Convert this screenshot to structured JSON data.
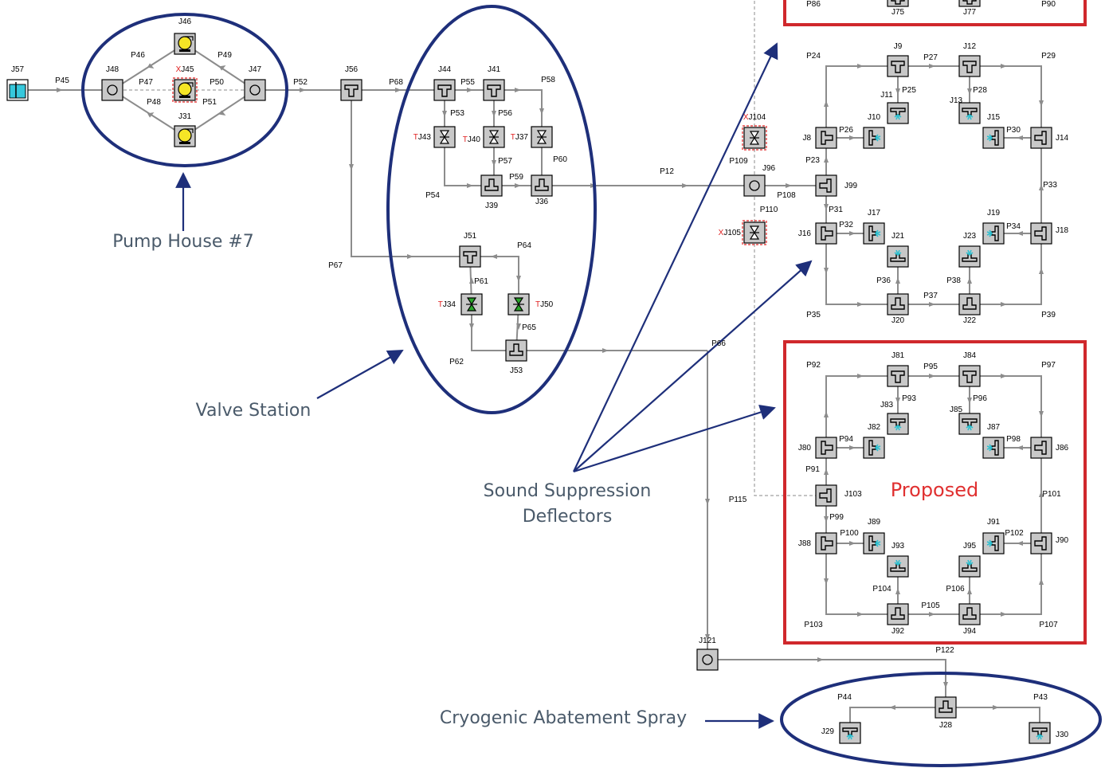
{
  "callouts": {
    "pump_house": "Pump House #7",
    "valve_station": "Valve Station",
    "deflectors_line1": "Sound Suppression",
    "deflectors_line2": "Deflectors",
    "cryogenic": "Cryogenic Abatement Spray",
    "proposed": "Proposed"
  },
  "colors": {
    "pipe": "#8c8c8c",
    "annotation_blue": "#1e2f7a",
    "proposed_red": "#d0282c",
    "node_fill": "#c8c8c8",
    "pump_yellow": "#f5e526",
    "reservoir_cyan": "#36c8dc",
    "spray_cyan": "#2cc0d0",
    "valve_green": "#2aa82a",
    "closed_red": "#e02020"
  },
  "junctions": [
    {
      "id": "J57",
      "type": "reservoir"
    },
    {
      "id": "J48",
      "type": "branch"
    },
    {
      "id": "J46",
      "type": "pump"
    },
    {
      "id": "XJ45",
      "type": "pump-closed"
    },
    {
      "id": "J31",
      "type": "pump"
    },
    {
      "id": "J47",
      "type": "branch"
    },
    {
      "id": "J56",
      "type": "tee"
    },
    {
      "id": "J44",
      "type": "tee"
    },
    {
      "id": "J41",
      "type": "tee"
    },
    {
      "id": "TJ43",
      "type": "valve"
    },
    {
      "id": "TJ40",
      "type": "valve"
    },
    {
      "id": "TJ37",
      "type": "valve"
    },
    {
      "id": "J39",
      "type": "tee-up"
    },
    {
      "id": "J36",
      "type": "tee-up"
    },
    {
      "id": "J51",
      "type": "tee"
    },
    {
      "id": "TJ34",
      "type": "check-valve"
    },
    {
      "id": "TJ50",
      "type": "check-valve"
    },
    {
      "id": "J53",
      "type": "tee-up"
    },
    {
      "id": "XJ104",
      "type": "valve-closed"
    },
    {
      "id": "J96",
      "type": "branch"
    },
    {
      "id": "XJ105",
      "type": "valve-closed"
    },
    {
      "id": "J99",
      "type": "tee-left"
    },
    {
      "id": "J9",
      "type": "tee"
    },
    {
      "id": "J12",
      "type": "tee"
    },
    {
      "id": "J11",
      "type": "spray"
    },
    {
      "id": "J13",
      "type": "spray"
    },
    {
      "id": "J8",
      "type": "tee-right"
    },
    {
      "id": "J10",
      "type": "spray-right"
    },
    {
      "id": "J15",
      "type": "spray-left"
    },
    {
      "id": "J14",
      "type": "tee-left"
    },
    {
      "id": "J16",
      "type": "tee-right"
    },
    {
      "id": "J17",
      "type": "spray-right"
    },
    {
      "id": "J19",
      "type": "spray-left"
    },
    {
      "id": "J18",
      "type": "tee-left"
    },
    {
      "id": "J21",
      "type": "spray-down"
    },
    {
      "id": "J23",
      "type": "spray-down"
    },
    {
      "id": "J20",
      "type": "tee-up"
    },
    {
      "id": "J22",
      "type": "tee-up"
    },
    {
      "id": "J75",
      "type": "partial"
    },
    {
      "id": "J77",
      "type": "partial"
    },
    {
      "id": "J81",
      "type": "tee"
    },
    {
      "id": "J84",
      "type": "tee"
    },
    {
      "id": "J83",
      "type": "spray"
    },
    {
      "id": "J85",
      "type": "spray"
    },
    {
      "id": "J80",
      "type": "tee-right"
    },
    {
      "id": "J82",
      "type": "spray-right"
    },
    {
      "id": "J87",
      "type": "spray-left"
    },
    {
      "id": "J86",
      "type": "tee-left"
    },
    {
      "id": "J103",
      "type": "tee-left"
    },
    {
      "id": "J88",
      "type": "tee-right"
    },
    {
      "id": "J89",
      "type": "spray-right"
    },
    {
      "id": "J91",
      "type": "spray-left"
    },
    {
      "id": "J90",
      "type": "tee-left"
    },
    {
      "id": "J93",
      "type": "spray-down"
    },
    {
      "id": "J95",
      "type": "spray-down"
    },
    {
      "id": "J92",
      "type": "tee-up"
    },
    {
      "id": "J94",
      "type": "tee-up"
    },
    {
      "id": "J121",
      "type": "branch"
    },
    {
      "id": "J28",
      "type": "tee-up"
    },
    {
      "id": "J29",
      "type": "spray"
    },
    {
      "id": "J30",
      "type": "spray"
    }
  ],
  "pipes": [
    "P45",
    "P46",
    "P47",
    "P48",
    "P49",
    "P50",
    "P51",
    "P52",
    "P68",
    "P55",
    "P58",
    "P53",
    "P56",
    "P57",
    "P59",
    "P60",
    "P54",
    "P67",
    "P64",
    "P61",
    "P65",
    "P62",
    "P66",
    "P12",
    "P109",
    "P108",
    "P110",
    "P115",
    "P24",
    "P27",
    "P29",
    "P25",
    "P28",
    "P26",
    "P30",
    "P23",
    "P33",
    "P31",
    "P32",
    "P34",
    "P36",
    "P38",
    "P37",
    "P35",
    "P39",
    "P86",
    "P90",
    "P92",
    "P95",
    "P97",
    "P93",
    "P96",
    "P94",
    "P98",
    "P91",
    "P101",
    "P99",
    "P100",
    "P102",
    "P104",
    "P106",
    "P105",
    "P103",
    "P107",
    "P122",
    "P44",
    "P43"
  ]
}
